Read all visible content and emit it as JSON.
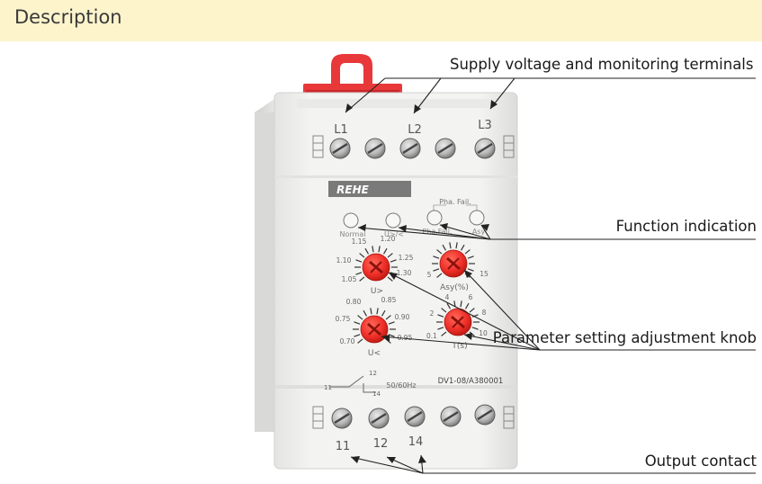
{
  "header": {
    "title": "Description"
  },
  "device": {
    "brand": "REHE",
    "model": "DV1-08/A380001",
    "frequency": "50/60Hz",
    "top_terminals": [
      "L1",
      "L2",
      "L3"
    ],
    "bottom_terminals": [
      "11",
      "12",
      "14"
    ],
    "led_group_label": "Pha. Fail.",
    "led_labels": [
      "Normal",
      "U>/<",
      "Pha.Fail.",
      "Asy"
    ],
    "knobs": [
      {
        "label": "U>",
        "scale": [
          "1.05",
          "1.10",
          "1.15",
          "1.20",
          "1.25",
          "1.30"
        ]
      },
      {
        "label": "Asy(%)",
        "scale": [
          "5",
          "15"
        ]
      },
      {
        "label": "U<",
        "scale": [
          "0.70",
          "0.75",
          "0.80",
          "0.85",
          "0.90",
          "0.95"
        ]
      },
      {
        "label": "T(s)",
        "scale": [
          "0.1",
          "2",
          "4",
          "6",
          "8",
          "10"
        ]
      }
    ],
    "relay_labels": [
      "11",
      "12",
      "14"
    ]
  },
  "callouts": {
    "supply": "Supply voltage and monitoring terminals",
    "function": "Function indication",
    "parameter": "Parameter setting adjustment knob",
    "output": "Output contact"
  },
  "colors": {
    "header_bg": "#fdf4cc",
    "knob_red": "#f0302a",
    "hanger_red": "#e8383a",
    "body": "#f1f1ef"
  }
}
